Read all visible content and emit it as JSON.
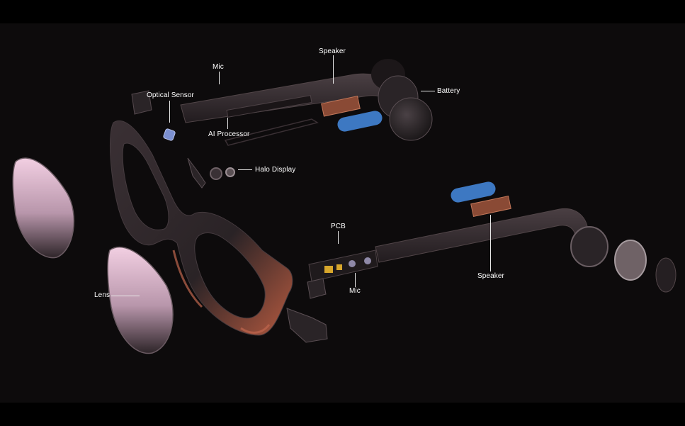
{
  "diagram": {
    "labels": {
      "optical_sensor": "Optical Sensor",
      "mic_top": "Mic",
      "speaker_top": "Speaker",
      "battery": "Battery",
      "ai_processor": "AI Processor",
      "halo_display": "Halo Display",
      "pcb": "PCB",
      "mic_bottom": "Mic",
      "speaker_bottom": "Speaker",
      "lens": "Lens"
    },
    "colors": {
      "background": "#0d0b0c",
      "frame": "#2a2326",
      "frame_highlight": "#c0664e",
      "lens_tint": "#e9c4d6",
      "pad_blue": "#3d78c2",
      "speaker_copper": "#8a4a35",
      "pcb_gold": "#d8a72c"
    }
  }
}
